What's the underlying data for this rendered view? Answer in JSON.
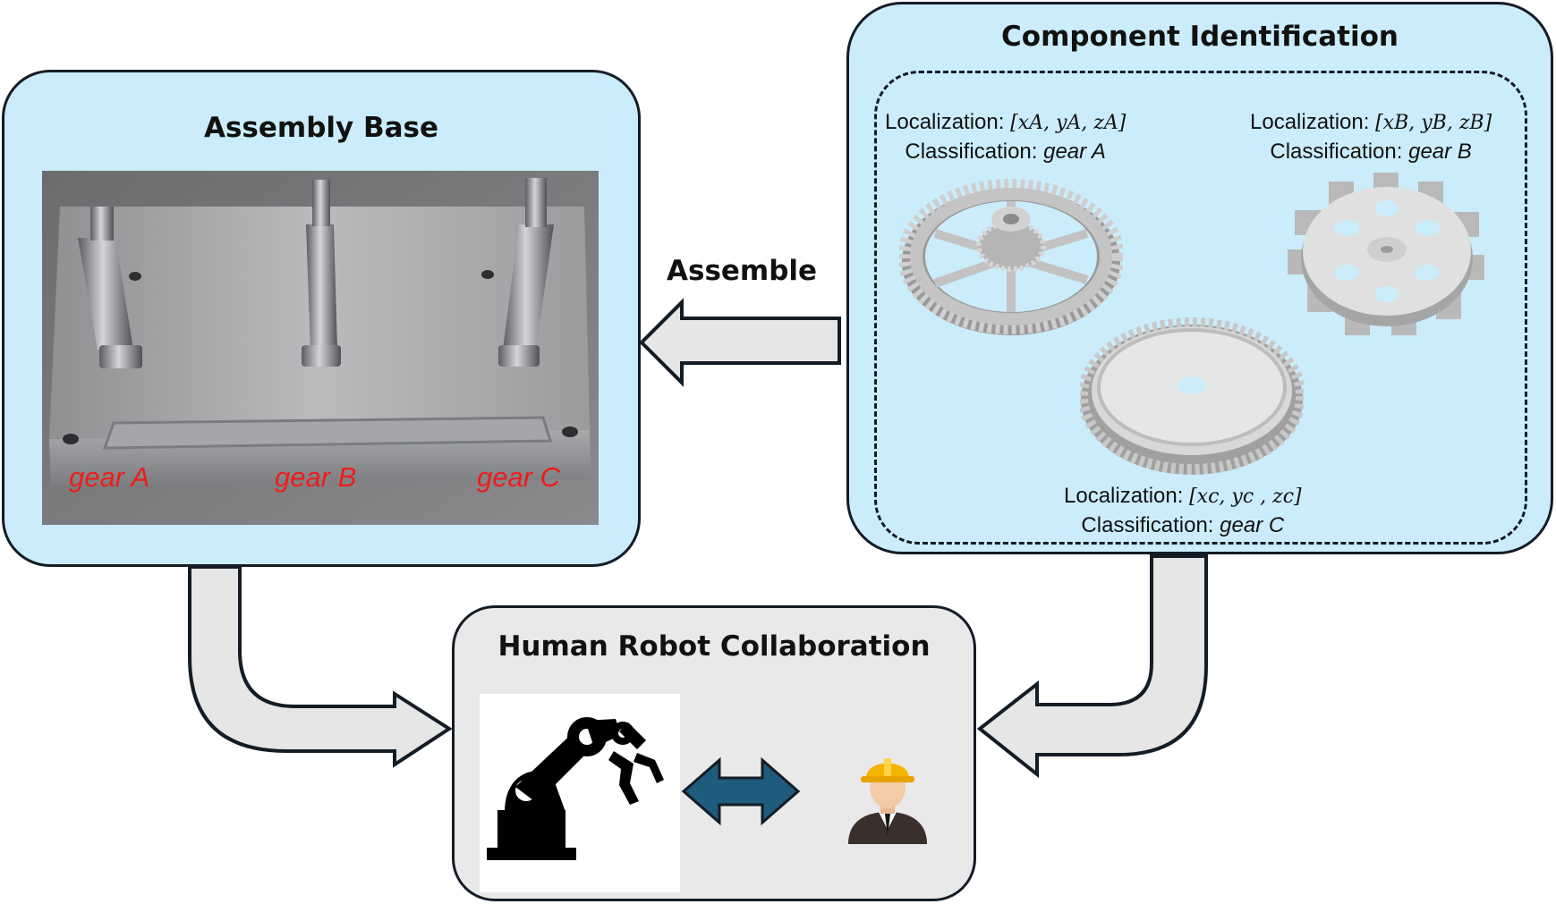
{
  "assembly_base": {
    "title": "Assembly Base",
    "gear_labels": [
      "gear A",
      "gear B",
      "gear C"
    ]
  },
  "assemble_label": "Assemble",
  "component_identification": {
    "title": "Component Identification",
    "items": [
      {
        "localization_prefix": "Localization: ",
        "localization_coords": "[xA, yA, zA]",
        "classification_prefix": "Classification: ",
        "classification_value": "gear A"
      },
      {
        "localization_prefix": "Localization: ",
        "localization_coords": "[xB, yB, zB]",
        "classification_prefix": "Classification: ",
        "classification_value": "gear B"
      },
      {
        "localization_prefix": "Localization: ",
        "localization_coords": "[xc, yc , zc]",
        "classification_prefix": "Classification: ",
        "classification_value": "gear C"
      }
    ]
  },
  "human_robot_collaboration": {
    "title": "Human Robot Collaboration",
    "icons": [
      "robot-arm-icon",
      "bidirectional-arrow-icon",
      "worker-icon"
    ]
  },
  "colors": {
    "panel_fill": "#cbedfb",
    "hrc_fill": "#e9e9e9",
    "outline": "#141c26",
    "arrow_fill": "#e6e6e6",
    "gear_label": "#ee1c1c",
    "double_arrow": "#1e5b7c"
  }
}
